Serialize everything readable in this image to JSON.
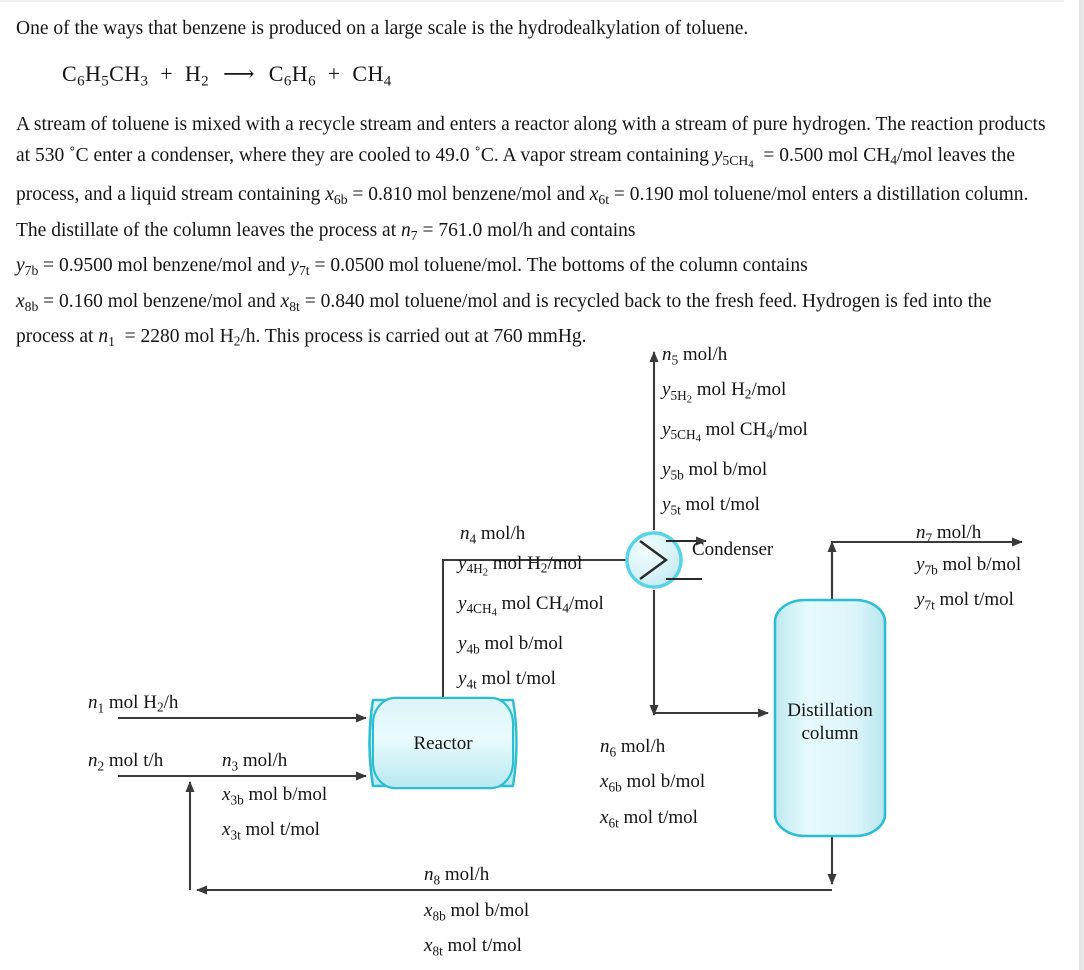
{
  "problem": {
    "intro": "One of the ways that benzene is produced on a large scale is the hydrodealkylation of toluene.",
    "equation": {
      "reactant1": "C6H5CH3",
      "plus": "+",
      "reactant2": "H2",
      "arrow": "⟶",
      "product1": "C6H6",
      "product2": "CH4"
    },
    "body_line1": "A stream of toluene is mixed with a recycle stream and enters a reactor along with a stream of pure hydrogen. The reaction",
    "body_line2_a": "products at 530 ˚C enter a condenser, where they are cooled to 49.0 ˚C. A vapor stream containing",
    "body_line2_sym": "y5CH4",
    "body_line2_b": "= 0.500 mol CH4/mol",
    "body_line3_a": "leaves the process, and a liquid stream containing",
    "body_line3_sym1": "x6b",
    "body_line3_b": "= 0.810 mol benzene/mol and",
    "body_line3_sym2": "x6t",
    "body_line3_c": "= 0.190 mol toluene/mol enters a",
    "body_line4_a": "distillation column. The distillate of the column leaves the process at",
    "body_line4_sym": "n7",
    "body_line4_b": "= 761.0 mol/h and contains",
    "body_line5_sym1": "y7b",
    "body_line5_a": "= 0.9500 mol benzene/mol and",
    "body_line5_sym2": "y7t",
    "body_line5_b": "= 0.0500 mol toluene/mol. The bottoms of the column contains",
    "body_line6_sym1": "x8b",
    "body_line6_a": "= 0.160 mol benzene/mol and",
    "body_line6_sym2": "x8t",
    "body_line6_b": "= 0.840 mol toluene/mol and is recycled back to the fresh feed. Hydrogen is fed into the",
    "body_line7_a": "process at",
    "body_line7_sym": "n1",
    "body_line7_b": "= 2280 mol H2/h. This process is carried out at 760 mmHg.",
    "values": {
      "temp_in": "530 ˚C",
      "temp_out": "49.0 ˚C",
      "y5CH4": "0.500",
      "x6b": "0.810",
      "x6t": "0.190",
      "n7": "761.0",
      "y7b": "0.9500",
      "y7t": "0.0500",
      "x8b": "0.160",
      "x8t": "0.840",
      "n1": "2280",
      "pressure": "760 mmHg"
    }
  },
  "diagram": {
    "equipment": {
      "reactor": "Reactor",
      "condenser": "Condenser",
      "column_line1": "Distillation",
      "column_line2": "column"
    },
    "stream1": {
      "n": "n₁",
      "n_unit": "mol H₂/h"
    },
    "stream2": {
      "n": "n₂",
      "n_unit": "mol t/h"
    },
    "stream3": {
      "n": "n₃",
      "n_unit": "mol/h",
      "x_b": "x₃ᵇ",
      "x_b_unit": "mol b/mol",
      "x_t": "x₃ₜ",
      "x_t_unit": "mol t/mol"
    },
    "stream4": {
      "n": "n₄",
      "n_unit": "mol/h",
      "y_h2": "y₄H₂",
      "y_h2_unit": "mol H₂/mol",
      "y_ch4": "y₄CH₄",
      "y_ch4_unit": "mol CH₄/mol",
      "y_b": "y₄ᵇ",
      "y_b_unit": "mol b/mol",
      "y_t": "y₄ₜ",
      "y_t_unit": "mol t/mol"
    },
    "stream5": {
      "n": "n₅",
      "n_unit": "mol/h",
      "y_h2": "y₅H₂",
      "y_h2_unit": "mol H₂/mol",
      "y_ch4": "y₅CH₄",
      "y_ch4_unit": "mol CH₄/mol",
      "y_b": "y₅ᵇ",
      "y_b_unit": "mol b/mol",
      "y_t": "y₅ₜ",
      "y_t_unit": "mol t/mol"
    },
    "stream6": {
      "n": "n₆",
      "n_unit": "mol/h",
      "x_b": "x₆ᵇ",
      "x_b_unit": "mol b/mol",
      "x_t": "x₆ₜ",
      "x_t_unit": "mol t/mol"
    },
    "stream7": {
      "n": "n₇",
      "n_unit": "mol/h",
      "y_b": "y₇ᵇ",
      "y_b_unit": "mol b/mol",
      "y_t": "y₇ₜ",
      "y_t_unit": "mol t/mol"
    },
    "stream8": {
      "n": "n₈",
      "n_unit": "mol/h",
      "x_b": "x₈ᵇ",
      "x_b_unit": "mol b/mol",
      "x_t": "x₈ₜ",
      "x_t_unit": "mol t/mol"
    },
    "colors": {
      "equipment_border": "#2dbdd0",
      "equipment_fill_light": "#e8fafc",
      "equipment_fill_mid": "#c9eef4",
      "line": "#3a3a3a"
    }
  }
}
